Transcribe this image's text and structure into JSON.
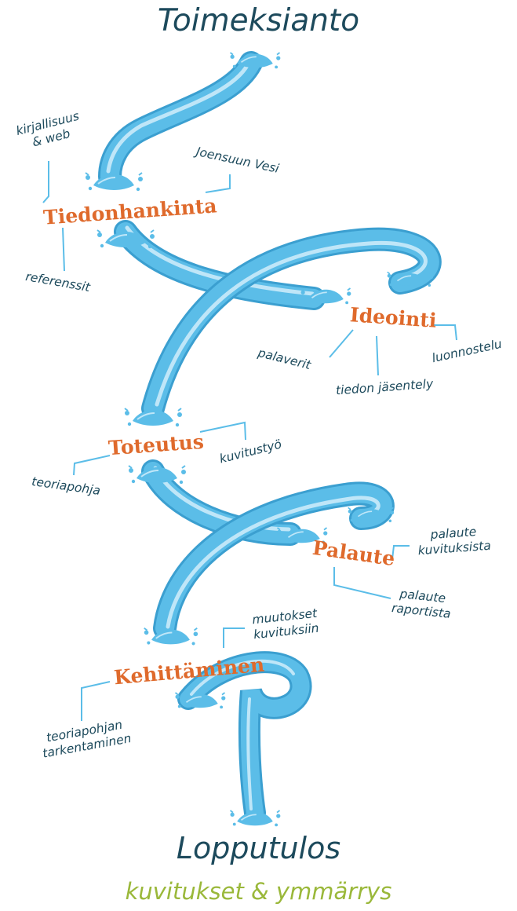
{
  "title": "Toimeksianto",
  "result_title": "Lopputulos",
  "result_subtitle": "kuvitukset & ymmärrys",
  "stages": {
    "tiedonhankinta": "Tiedonhankinta",
    "ideointi": "Ideointi",
    "toteutus": "Toteutus",
    "palaute": "Palaute",
    "kehittaminen": "Kehittäminen"
  },
  "notes": {
    "kirjallisuus": [
      "kirjallisuus",
      "& web"
    ],
    "joensuun_vesi": "Joensuun Vesi",
    "referenssit": "referenssit",
    "palaverit": "palaverit",
    "tiedon_jasentely": "tiedon jäsentely",
    "luonnostelu": "luonnostelu",
    "kuvitustyo": "kuvitustyö",
    "teoriapohja": "teoriapohja",
    "palaute_kuvituksista": [
      "palaute",
      "kuvituksista"
    ],
    "palaute_raportista": [
      "palaute",
      "raportista"
    ],
    "muutokset_kuvituksiin": [
      "muutokset",
      "kuvituksiin"
    ],
    "teoriapohjan_tarkentaminen": [
      "teoriapohjan",
      "tarkentaminen"
    ]
  },
  "colors": {
    "pipe": "#5bbde8",
    "pipe_dark": "#3b9fd0",
    "pipe_light": "#bfe6f8",
    "stage": "#df6a2c",
    "text": "#1d4a5c",
    "subtitle": "#9ab83a",
    "line": "#5bbde8"
  }
}
